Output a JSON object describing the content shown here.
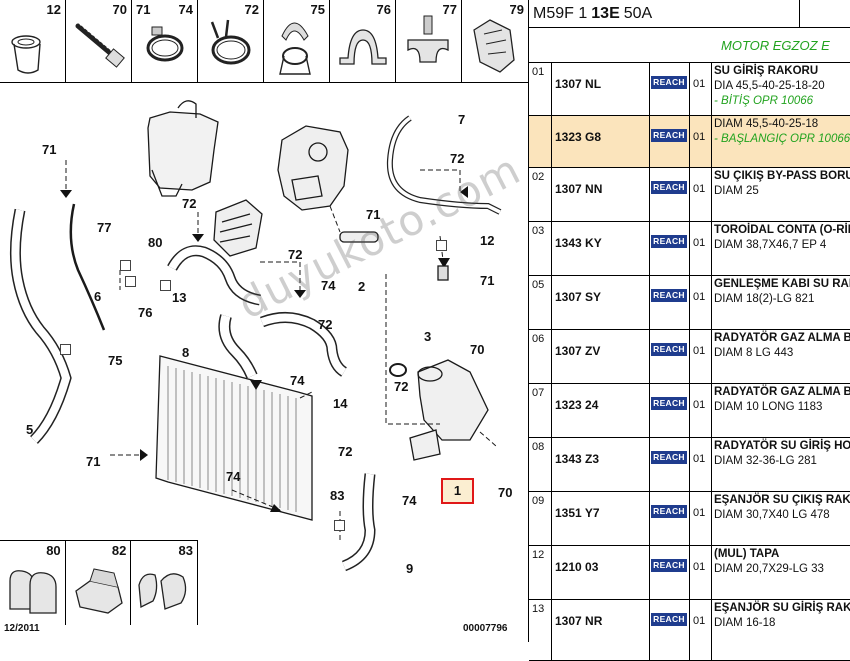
{
  "header": {
    "prefix": "M59F",
    "num": "1",
    "bold": "13E",
    "suffix": "50A"
  },
  "section_title": "MOTOR EGZOZ E",
  "top_thumbs": [
    "12",
    "70",
    "71",
    "74",
    "72",
    "75",
    "76",
    "77",
    "79"
  ],
  "bottom_thumbs": [
    "80",
    "82",
    "83"
  ],
  "callouts": [
    {
      "id": "c71a",
      "text": "71"
    },
    {
      "id": "c77",
      "text": "77"
    },
    {
      "id": "c80",
      "text": "80"
    },
    {
      "id": "c72a",
      "text": "72"
    },
    {
      "id": "c6",
      "text": "6"
    },
    {
      "id": "c76",
      "text": "76"
    },
    {
      "id": "c13",
      "text": "13"
    },
    {
      "id": "c72b",
      "text": "72"
    },
    {
      "id": "c74a",
      "text": "74"
    },
    {
      "id": "c2",
      "text": "2"
    },
    {
      "id": "c7",
      "text": "7"
    },
    {
      "id": "c72c",
      "text": "72"
    },
    {
      "id": "c71b",
      "text": "71"
    },
    {
      "id": "c12",
      "text": "12"
    },
    {
      "id": "c71c",
      "text": "71"
    },
    {
      "id": "c3",
      "text": "3"
    },
    {
      "id": "c70a",
      "text": "70"
    },
    {
      "id": "c8",
      "text": "8"
    },
    {
      "id": "c72d",
      "text": "72"
    },
    {
      "id": "c75",
      "text": "75"
    },
    {
      "id": "c74b",
      "text": "74"
    },
    {
      "id": "c14",
      "text": "14"
    },
    {
      "id": "c72e",
      "text": "72"
    },
    {
      "id": "c72f",
      "text": "72"
    },
    {
      "id": "c5",
      "text": "5"
    },
    {
      "id": "c71d",
      "text": "71"
    },
    {
      "id": "c74c",
      "text": "74"
    },
    {
      "id": "c83",
      "text": "83"
    },
    {
      "id": "c74d",
      "text": "74"
    },
    {
      "id": "c70b",
      "text": "70"
    },
    {
      "id": "c9",
      "text": "9"
    }
  ],
  "highlight_ref": "1",
  "footer_date": "12/2011",
  "footer_code": "00007796",
  "watermark": "duyukoto.com",
  "badge": "REACH",
  "rows": [
    {
      "idx": "01",
      "pn": "1307 NL",
      "qty": "01",
      "title": "SU GİRİŞ RAKORU",
      "desc": "DIA 45,5-40-25-18-20",
      "note": "- BİTİŞ OPR 10066",
      "hl": false,
      "h": 52
    },
    {
      "idx": "",
      "pn": "1323 G8",
      "qty": "01",
      "title": "",
      "desc": "DIAM 45,5-40-25-18",
      "note": "- BAŞLANGIÇ OPR 10066",
      "hl": true,
      "h": 51
    },
    {
      "idx": "02",
      "pn": "1307 NN",
      "qty": "01",
      "title": "SU ÇIKIŞ BY-PASS BORUSU",
      "desc": "DIAM 25",
      "note": "",
      "hl": false,
      "h": 53
    },
    {
      "idx": "03",
      "pn": "1343 KY",
      "qty": "01",
      "title": "TOROİDAL CONTA (O-RİNG)",
      "desc": "DIAM 38,7X46,7 EP 4",
      "note": "",
      "hl": false,
      "h": 53
    },
    {
      "idx": "05",
      "pn": "1307 SY",
      "qty": "01",
      "title": "GENLEŞME KABI SU RAKORU",
      "desc": "DIAM 18(2)-LG 821",
      "note": "",
      "hl": false,
      "h": 53
    },
    {
      "idx": "06",
      "pn": "1307 ZV",
      "qty": "01",
      "title": "RADYATÖR GAZ ALMA BORUSU",
      "desc": "DIAM 8 LG 443",
      "note": "",
      "hl": false,
      "h": 53
    },
    {
      "idx": "07",
      "pn": "1323 24",
      "qty": "01",
      "title": "RADYATÖR GAZ ALMA BORUSU",
      "desc": "DIAM 10 LONG 1183",
      "note": "",
      "hl": false,
      "h": 53
    },
    {
      "idx": "08",
      "pn": "1343 Z3",
      "qty": "01",
      "title": "RADYATÖR SU GİRİŞ HORTUMU",
      "desc": "DIAM 32-36-LG 281",
      "note": "",
      "hl": false,
      "h": 53
    },
    {
      "idx": "09",
      "pn": "1351 Y7",
      "qty": "01",
      "title": "EŞANJÖR SU ÇIKIŞ RAKORU",
      "desc": "DIAM 30,7X40 LG 478",
      "note": "",
      "hl": false,
      "h": 53
    },
    {
      "idx": "12",
      "pn": "1210 03",
      "qty": "01",
      "title": "(MUL) TAPA",
      "desc": "DIAM 20,7X29-LG 33",
      "note": "",
      "hl": false,
      "h": 53
    },
    {
      "idx": "13",
      "pn": "1307 NR",
      "qty": "01",
      "title": "EŞANJÖR SU GİRİŞ RAKORU",
      "desc": "DIAM 16-18",
      "note": "",
      "hl": false,
      "h": 60
    }
  ]
}
